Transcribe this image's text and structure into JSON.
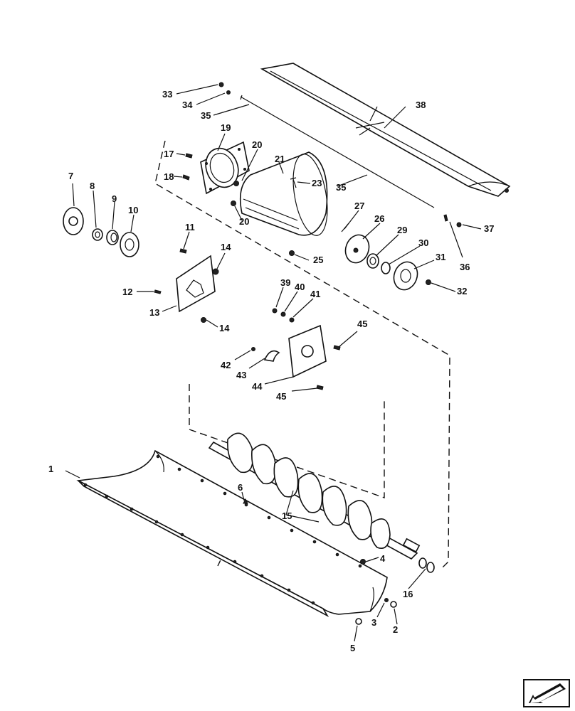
{
  "callouts": {
    "c1": "1",
    "c2": "2",
    "c3": "3",
    "c4": "4",
    "c5": "5",
    "c6": "6",
    "c7": "7",
    "c8": "8",
    "c9": "9",
    "c10": "10",
    "c11": "11",
    "c12": "12",
    "c13": "13",
    "c14a": "14",
    "c14b": "14",
    "c15": "15",
    "c16": "16",
    "c17": "17",
    "c18": "18",
    "c19": "19",
    "c20a": "20",
    "c20b": "20",
    "c21": "21",
    "c23": "23",
    "c25": "25",
    "c26": "26",
    "c27": "27",
    "c29": "29",
    "c30": "30",
    "c31": "31",
    "c32": "32",
    "c33": "33",
    "c34": "34",
    "c35a": "35",
    "c35b": "35",
    "c36": "36",
    "c37": "37",
    "c38": "38",
    "c39": "39",
    "c40": "40",
    "c41": "41",
    "c42": "42",
    "c43": "43",
    "c44": "44",
    "c45a": "45",
    "c45b": "45"
  },
  "navigation": {
    "icon": "previous-page-arrow-icon"
  }
}
